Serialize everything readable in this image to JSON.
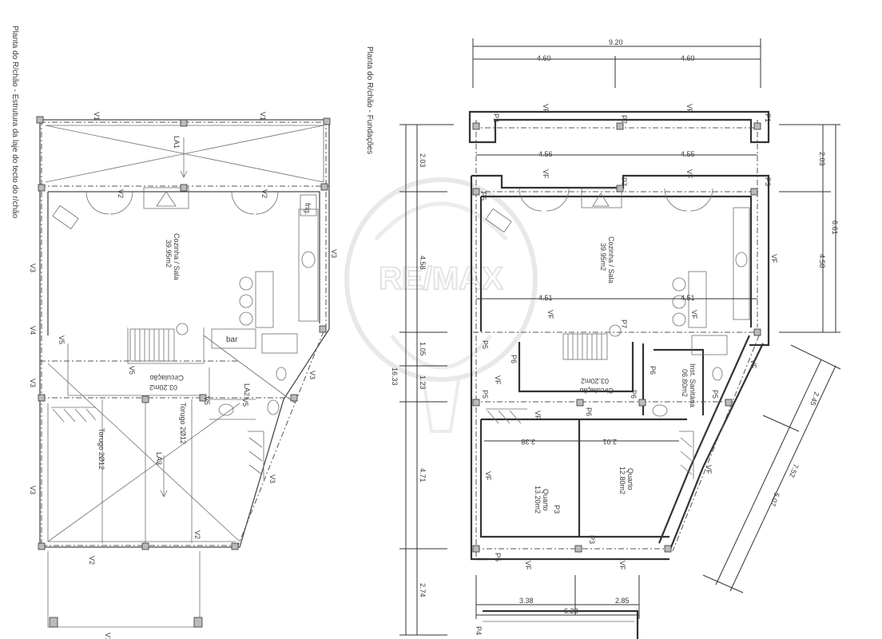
{
  "titles": {
    "left": "Planta do R/chão - Estrutura da laje do tecto do r/chão",
    "right": "Planta do R/chão - Fundações"
  },
  "watermark": {
    "text": "RE/MAX",
    "icon": "balloon-icon",
    "color": "#d9d9d9"
  },
  "rooms": {
    "left_kitchen_name": "Cozinha / Sala",
    "left_kitchen_area": "39.95m2",
    "left_circ_name": "Circulação",
    "left_circ_area": "03.20m2",
    "right_kitchen_name": "Cozinha / Sala",
    "right_kitchen_area": "39.95m2",
    "right_circ_name": "Circulação",
    "right_circ_area": "03.20m2",
    "right_bath_name": "Inst. Sanitária",
    "right_bath_area": "06.80m2",
    "right_room1_name": "Quarto",
    "right_room1_area": "13.20m2",
    "right_room2_name": "Quarto",
    "right_room2_area": "12.80m2"
  },
  "fixtures": {
    "fridge": "frig.",
    "bar": "bar"
  },
  "beams": {
    "v1": "V1",
    "v2": "V2",
    "v3": "V3",
    "v4": "V4",
    "v5": "V5",
    "la1": "LA1",
    "la2": "LA2",
    "la3": "LA3",
    "torugo": "Torugo 2Ø12",
    "vf": "VF"
  },
  "pillars": {
    "p1": "P1",
    "p2": "P2",
    "p3": "P3",
    "p4": "P4",
    "p5": "P5",
    "p6": "P6",
    "p7": "P7"
  },
  "dims": {
    "top_total": "9.20",
    "top_half_a": "4.60",
    "top_half_b": "4.60",
    "second_a": "4.56",
    "second_b": "4.55",
    "mid_a": "4.51",
    "mid_b": "4.51",
    "low_a": "3.38",
    "low_b": "2.01",
    "bottom_a": "3.38",
    "bottom_b": "2.85",
    "bottom_total": "6.23",
    "left_a": "2.03",
    "left_b": "4.58",
    "left_c": "1.05",
    "left_d": "1.23",
    "left_e": "4.71",
    "left_f": "2.74",
    "left_total": "16.33",
    "right_a": "2.03",
    "right_b": "4.58",
    "right_total": "6.61",
    "diag_a": "2.45",
    "diag_b": "5.07",
    "diag_total": "7.52"
  }
}
